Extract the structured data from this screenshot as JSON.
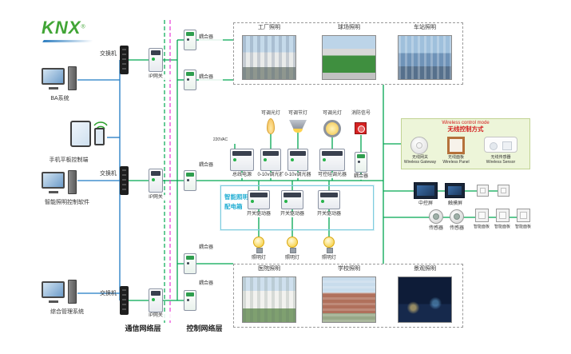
{
  "logo": {
    "text": "KNX",
    "reg": "®"
  },
  "colors": {
    "bus_green": "#00a651",
    "ethernet_blue": "#1f7ac4",
    "layer_magenta": "#e83ad7",
    "accent_cyan": "#23aed3",
    "alarm_red": "#d62222",
    "wireless_bg": "#edf5d9"
  },
  "left": {
    "devices": [
      {
        "label": "BA系统"
      },
      {
        "label": "手机平板控制端"
      },
      {
        "label": "智能照明控制软件"
      },
      {
        "label": "综合管理系统"
      }
    ]
  },
  "network": {
    "switch_label": "交换机",
    "gateway_label": "IP网关",
    "coupler_label": "耦合器",
    "comm_layer": "通信网络层",
    "ctrl_layer": "控制网络层"
  },
  "top_group": {
    "photos": [
      {
        "label": "工厂照明"
      },
      {
        "label": "球场照明"
      },
      {
        "label": "车站照明"
      }
    ]
  },
  "bottom_group": {
    "photos": [
      {
        "label": "医院照明"
      },
      {
        "label": "学校照明"
      },
      {
        "label": "景观照明"
      }
    ]
  },
  "dim_row": {
    "power_feed": "220VAC",
    "lamps": [
      {
        "label": "可调光灯"
      },
      {
        "label": "可调节灯"
      },
      {
        "label": "可调光灯"
      },
      {
        "label": "消防信号"
      }
    ],
    "modules": [
      {
        "label": "总线电源"
      },
      {
        "label": "0-10v调光器"
      },
      {
        "label": "0-10v调光器"
      },
      {
        "label": "可控硅调光器"
      },
      {
        "label": "耦合器"
      }
    ]
  },
  "dist_box": {
    "title_line1": "智能照明",
    "title_line2": "配电箱",
    "actuators": [
      {
        "label": "开关驱动器"
      },
      {
        "label": "开关驱动器"
      },
      {
        "label": "开关驱动器"
      }
    ],
    "lamps": [
      {
        "label": "照明灯"
      },
      {
        "label": "照明灯"
      },
      {
        "label": "照明灯"
      }
    ]
  },
  "wireless": {
    "title_en": "Wireless control mode",
    "title_zh": "无线控制方式",
    "devices": [
      {
        "zh": "无线网关",
        "en": "Wireless Gateway"
      },
      {
        "zh": "无线面板",
        "en": "Wireless Panel"
      },
      {
        "zh": "无线传感器",
        "en": "Wireless Sensor"
      }
    ]
  },
  "right": {
    "screens": [
      {
        "label": "中控屏"
      },
      {
        "label": "触摸屏"
      }
    ],
    "sensors": [
      {
        "label": "传感器"
      },
      {
        "label": "传感器"
      }
    ],
    "panels": [
      {
        "label": "智能面板"
      },
      {
        "label": "智能面板"
      },
      {
        "label": "智能面板"
      }
    ]
  }
}
